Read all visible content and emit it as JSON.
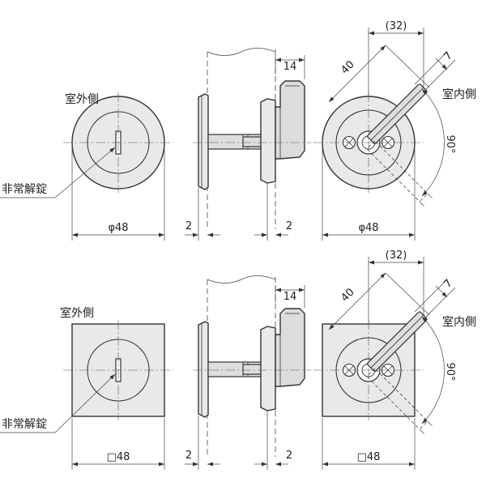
{
  "labels": {
    "outside": "室外側",
    "inside": "室内側",
    "emergency_release": "非常解錠"
  },
  "dimensions": {
    "diameter_48": "φ48",
    "square_48": "□48",
    "d14": "14",
    "d2": "2",
    "d32": "(32)",
    "d40": "40",
    "d7": "7",
    "d90": "90°"
  },
  "colors": {
    "line": "#333333",
    "fill": "#e9e9e9",
    "background": "#ffffff"
  }
}
